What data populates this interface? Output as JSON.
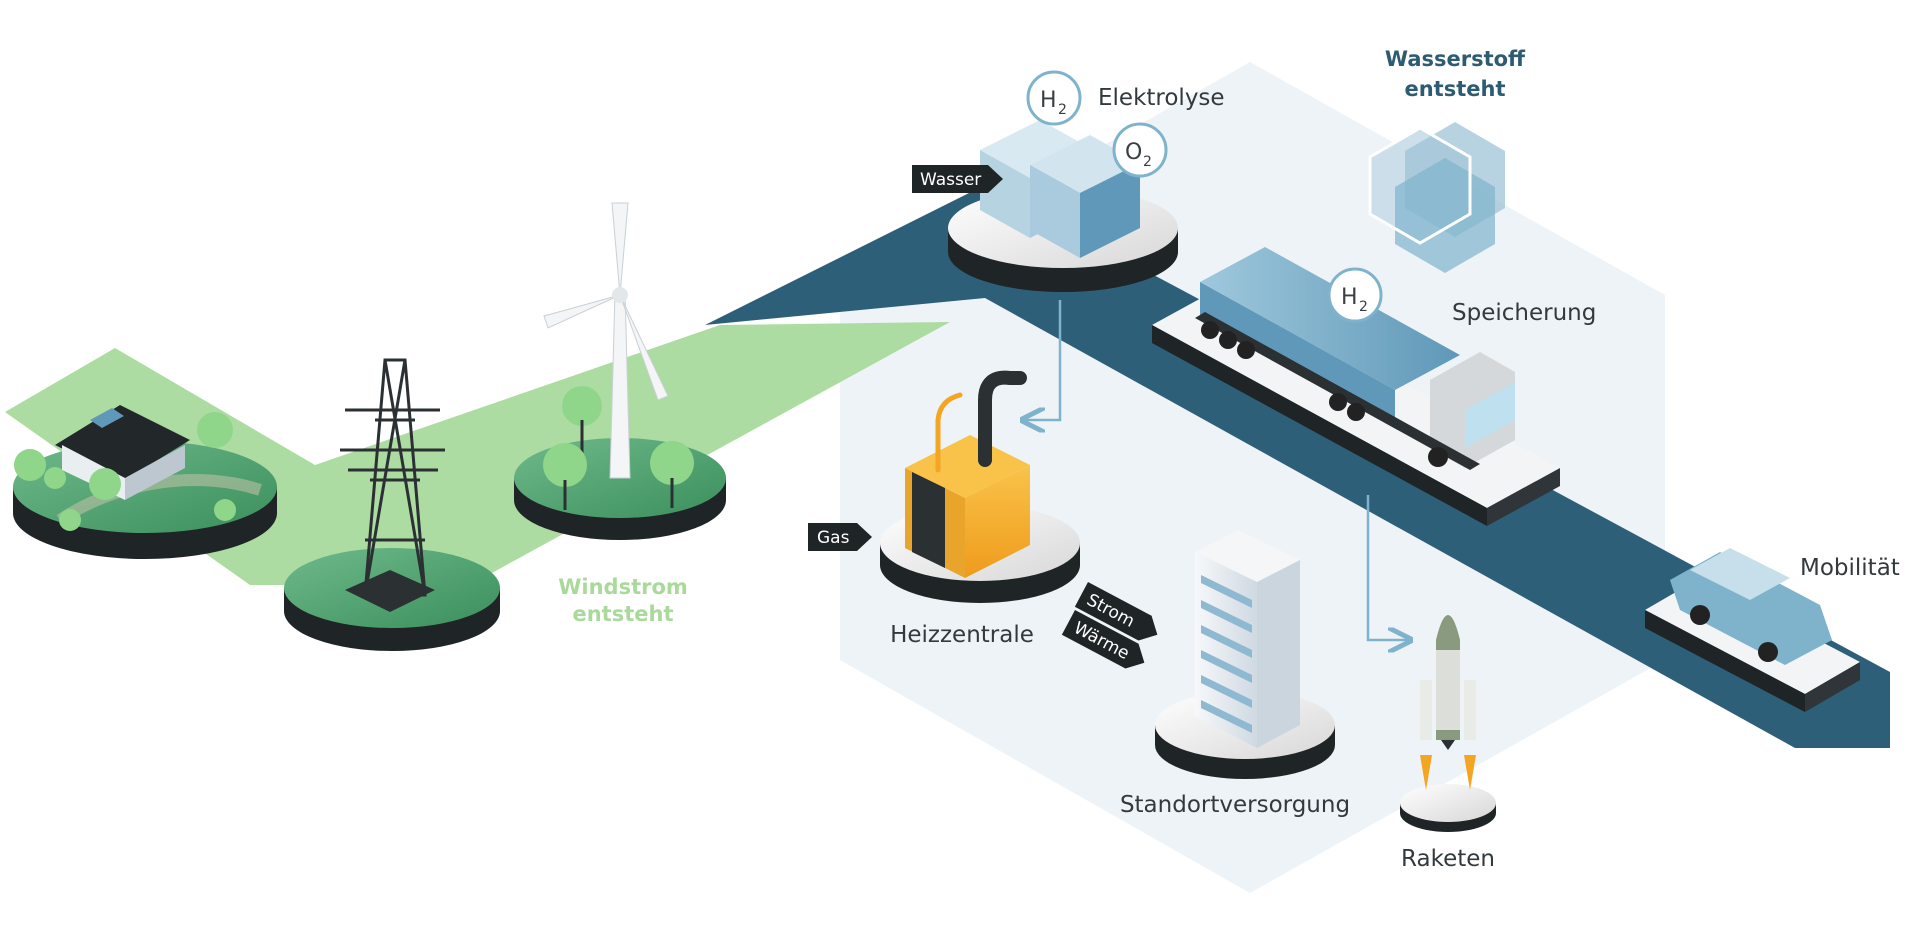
{
  "diagram": {
    "titles": {
      "hydrogen_line1": "Wasserstoff",
      "hydrogen_line2": "entsteht",
      "wind_line1": "Windstrom",
      "wind_line2": "entsteht"
    },
    "labels": {
      "elektrolyse": "Elektrolyse",
      "speicherung": "Speicherung",
      "heizzentrale": "Heizzentrale",
      "standortversorgung": "Standortversorgung",
      "raketen": "Raketen",
      "mobilitaet": "Mobilität"
    },
    "tags": {
      "wasser": "Wasser",
      "gas": "Gas",
      "strom": "Strom",
      "waerme": "Wärme"
    },
    "chemistry": {
      "h2_symbol": "H",
      "h2_sub": "2",
      "o2_symbol": "O",
      "o2_sub": "2"
    },
    "colors": {
      "road_dark": "#2e5f78",
      "road_green": "#acdca1",
      "hex_bg": "#eef3f7",
      "hydrogen_blue": "#7fb3cc",
      "heater_orange": "#f4a521",
      "title_blue": "#2d5c72",
      "title_green": "#a9d99b"
    }
  }
}
